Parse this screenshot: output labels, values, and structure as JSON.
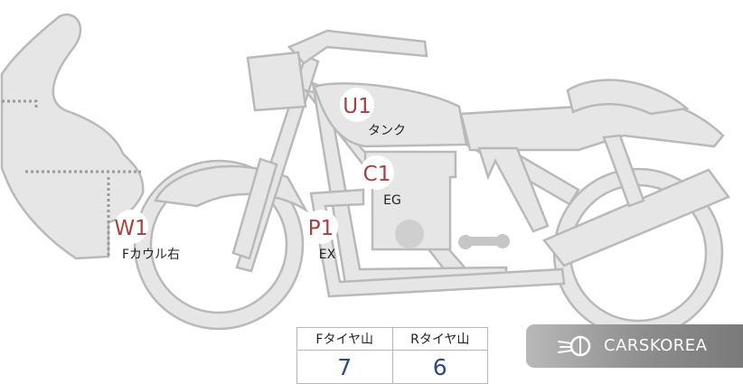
{
  "markers": [
    {
      "code": "U1",
      "label": "タンク"
    },
    {
      "code": "C1",
      "label": "EG"
    },
    {
      "code": "W1",
      "label": "Fカウル右"
    },
    {
      "code": "P1",
      "label": "EX"
    }
  ],
  "tread_table": {
    "headers": [
      "Fタイヤ山",
      "Rタイヤ山"
    ],
    "values": [
      "7",
      "6"
    ]
  },
  "brand": {
    "name": "CARSKOREA"
  },
  "colors": {
    "marker_text": "#a8403f",
    "value_text": "#2d4a86",
    "body_fill": "#e6e6e6",
    "outline": "#b9b9b9"
  }
}
